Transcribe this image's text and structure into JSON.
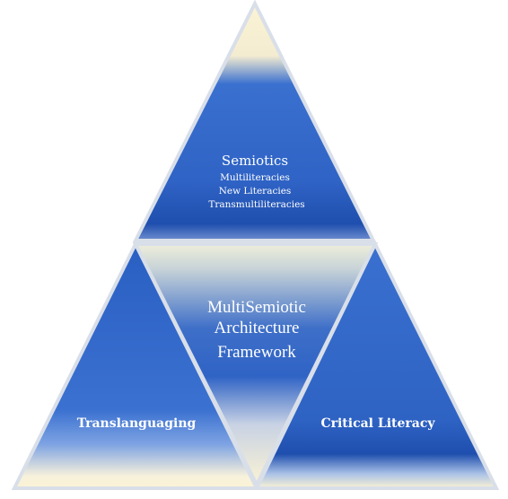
{
  "diagram": {
    "top": {
      "title": "Semiotics",
      "items": [
        "Multiliteracies",
        "New Literacies",
        "Transmultiliteracies"
      ]
    },
    "center": {
      "lines": [
        "MultiSemiotic",
        "Architecture",
        "Framework"
      ]
    },
    "bottom_left": {
      "label": "Translanguaging"
    },
    "bottom_right": {
      "label": "Critical Literacy"
    }
  },
  "colors": {
    "blue_dark": "#1f4fae",
    "blue_mid": "#3a70cf",
    "cream": "#fbf3d4",
    "outline": "#d9dfe9"
  }
}
